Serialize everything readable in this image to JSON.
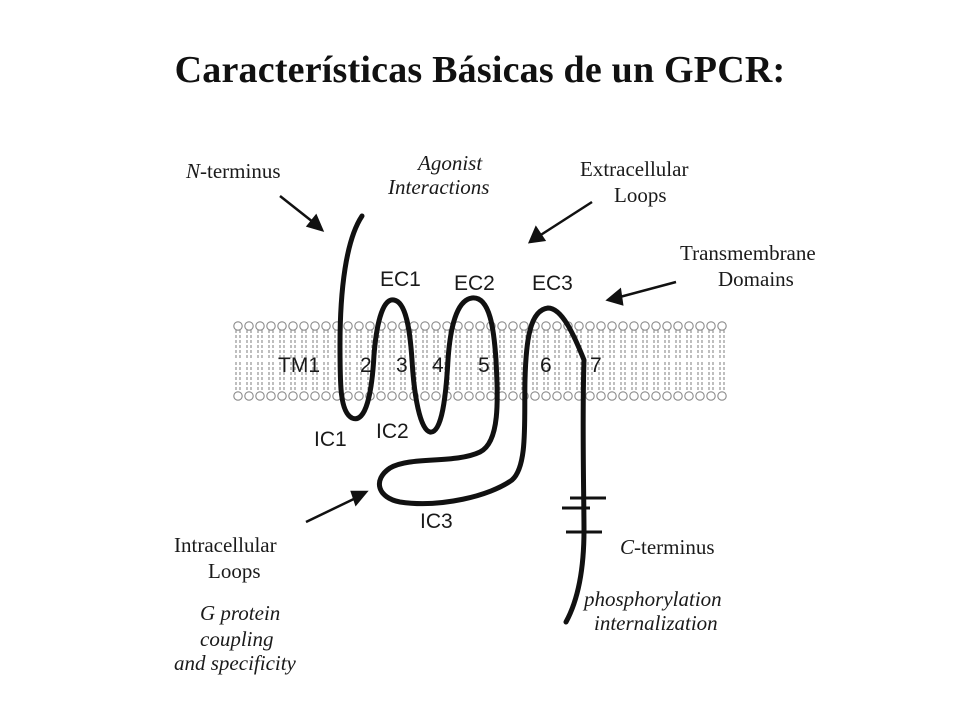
{
  "title": "Características Básicas de un GPCR:",
  "labels": {
    "n_terminus_prefix": "N",
    "n_terminus_suffix": "-terminus",
    "agonist_line1": "Agonist",
    "agonist_line2": "Interactions",
    "extracellular_line1": "Extracellular",
    "extracellular_line2": "Loops",
    "transmembrane_line1": "Transmembrane",
    "transmembrane_line2": "Domains",
    "intracellular_line1": "Intracellular",
    "intracellular_line2": "Loops",
    "gprotein_line1": "G protein",
    "gprotein_line2": "coupling",
    "gprotein_line3": "and specificity",
    "c_terminus_prefix": "C",
    "c_terminus_suffix": "-terminus",
    "phospho_line1": "phosphorylation",
    "phospho_line2": "internalization"
  },
  "loops": {
    "ec1": "EC1",
    "ec2": "EC2",
    "ec3": "EC3",
    "ic1": "IC1",
    "ic2": "IC2",
    "ic3": "IC3"
  },
  "tm_domains": [
    "TM1",
    "2",
    "3",
    "4",
    "5",
    "6",
    "7"
  ],
  "colors": {
    "ink": "#111111",
    "membrane": "#8a8a8a"
  }
}
